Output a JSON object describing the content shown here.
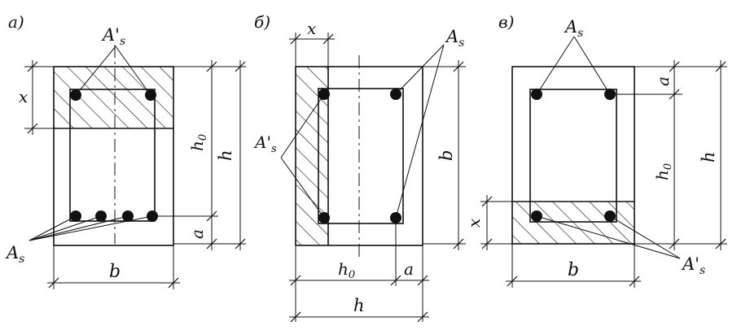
{
  "figure_a": {
    "caption": "а)",
    "label_as_prime": "A'",
    "label_as_prime_sub": "s",
    "label_as": "A",
    "label_as_sub": "s",
    "label_x": "x",
    "label_h0": "h",
    "label_h0_sub": "0",
    "label_h": "h",
    "label_a": "a",
    "label_b": "b"
  },
  "figure_b": {
    "caption": "б)",
    "label_x": "x",
    "label_as": "A",
    "label_as_sub": "s",
    "label_as_prime": "A'",
    "label_as_prime_sub": "s",
    "label_b": "b",
    "label_h0": "h",
    "label_h0_sub": "0",
    "label_a": "a",
    "label_h": "h"
  },
  "figure_c": {
    "caption": "в)",
    "label_as": "A",
    "label_as_sub": "s",
    "label_a": "a",
    "label_h0": "h",
    "label_h0_sub": "0",
    "label_h": "h",
    "label_x": "x",
    "label_b": "b",
    "label_as_prime": "A'",
    "label_as_prime_sub": "s"
  },
  "colors": {
    "ink": "#111111",
    "background": "#ffffff"
  }
}
